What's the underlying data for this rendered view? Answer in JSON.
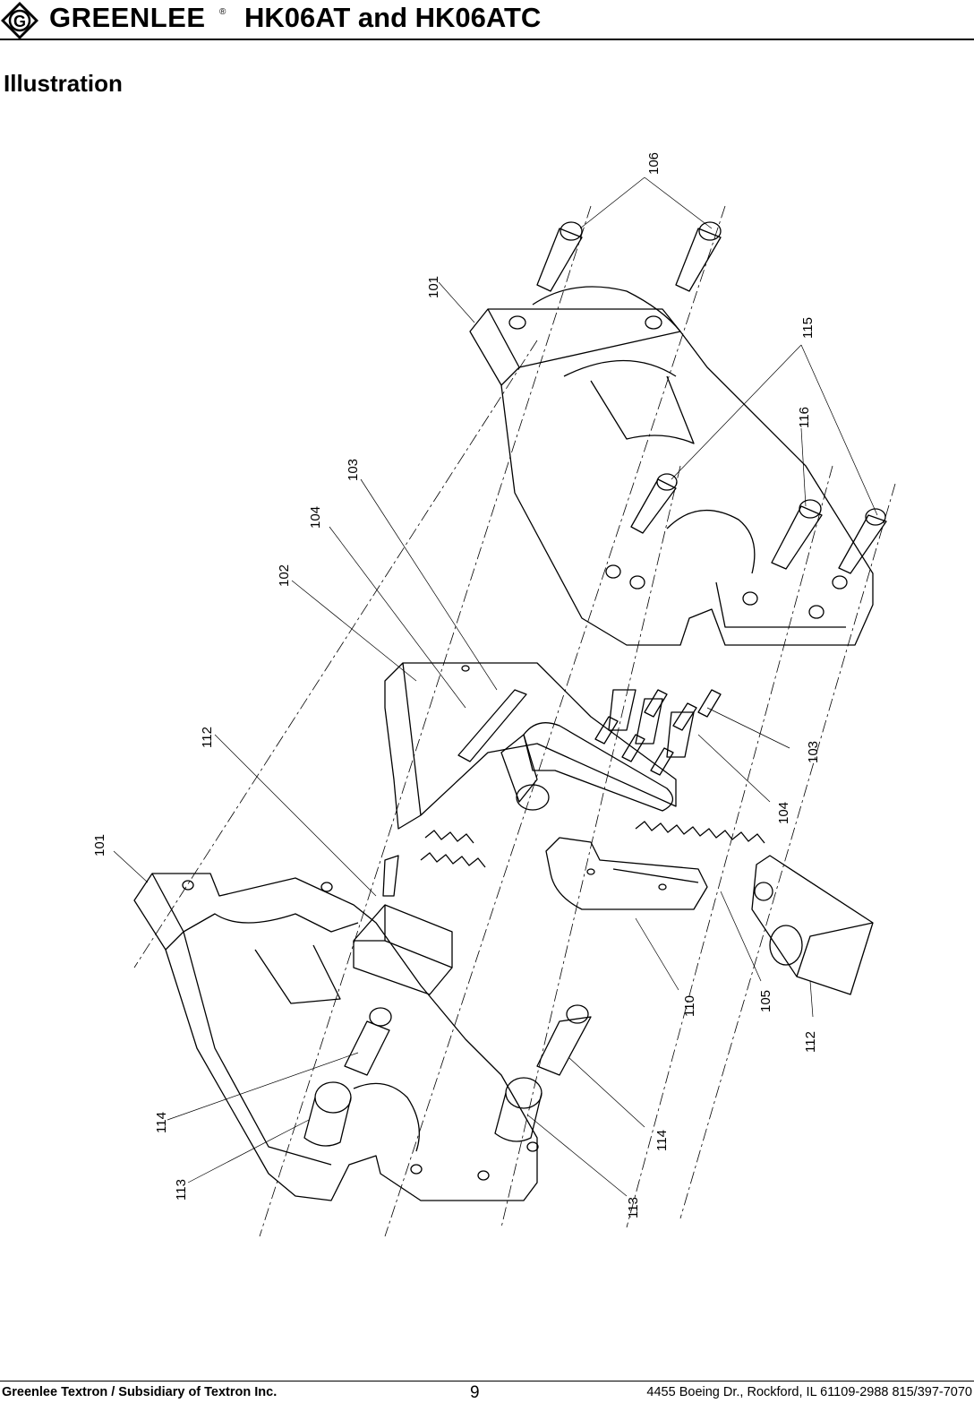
{
  "header": {
    "brand": "GREENLEE",
    "registered_mark": "®",
    "logo_letter": "G",
    "model": "HK06AT and HK06ATC"
  },
  "section_title": "Illustration",
  "callouts": [
    {
      "id": "c106",
      "label": "106"
    },
    {
      "id": "c101a",
      "label": "101"
    },
    {
      "id": "c115",
      "label": "115"
    },
    {
      "id": "c116",
      "label": "116"
    },
    {
      "id": "c103a",
      "label": "103"
    },
    {
      "id": "c104a",
      "label": "104"
    },
    {
      "id": "c102",
      "label": "102"
    },
    {
      "id": "c112a",
      "label": "112"
    },
    {
      "id": "c103b",
      "label": "103"
    },
    {
      "id": "c104b",
      "label": "104"
    },
    {
      "id": "c101b",
      "label": "101"
    },
    {
      "id": "c110",
      "label": "110"
    },
    {
      "id": "c105",
      "label": "105"
    },
    {
      "id": "c112b",
      "label": "112"
    },
    {
      "id": "c114a",
      "label": "114"
    },
    {
      "id": "c114b",
      "label": "114"
    },
    {
      "id": "c113a",
      "label": "113"
    },
    {
      "id": "c113b",
      "label": "113"
    }
  ],
  "footer": {
    "left": "Greenlee Textron / Subsidiary of Textron Inc.",
    "page": "9",
    "right": "4455 Boeing Dr., Rockford, IL 61109-2988  815/397-7070"
  }
}
